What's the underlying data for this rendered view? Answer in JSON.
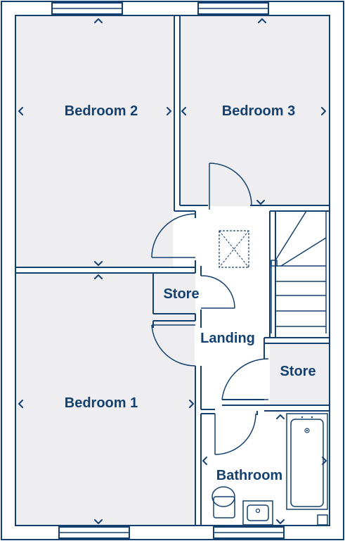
{
  "plan": {
    "colors": {
      "wall": "#14406f",
      "room_fill": "#eeeef0",
      "background": "#ffffff"
    },
    "rooms": {
      "bedroom_2": "Bedroom 2",
      "bedroom_3": "Bedroom 3",
      "bedroom_1": "Bedroom 1",
      "store_left": "Store",
      "store_right": "Store",
      "landing": "Landing",
      "bathroom": "Bathroom"
    }
  }
}
